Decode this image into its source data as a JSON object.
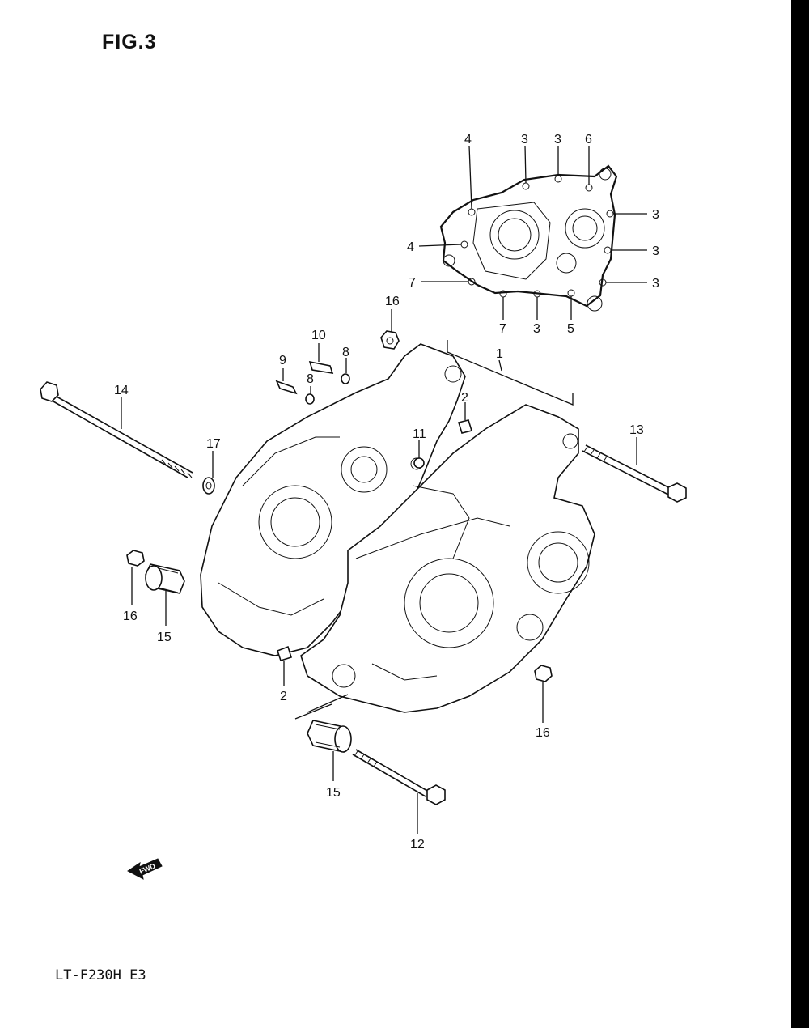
{
  "figure": {
    "title": "FIG.3",
    "model": "LT-F230H E3",
    "fwd_mark": "FWD"
  },
  "callouts": [
    {
      "id": "gasket-4-top",
      "label": "4"
    },
    {
      "id": "gasket-3-a",
      "label": "3"
    },
    {
      "id": "gasket-3-b",
      "label": "3"
    },
    {
      "id": "gasket-6",
      "label": "6"
    },
    {
      "id": "gasket-3-right-a",
      "label": "3"
    },
    {
      "id": "gasket-4-left",
      "label": "4"
    },
    {
      "id": "gasket-3-right-b",
      "label": "3"
    },
    {
      "id": "gasket-7-left",
      "label": "7"
    },
    {
      "id": "gasket-3-right-c",
      "label": "3"
    },
    {
      "id": "gasket-7-bottom",
      "label": "7"
    },
    {
      "id": "gasket-3-bottom",
      "label": "3"
    },
    {
      "id": "gasket-5",
      "label": "5"
    },
    {
      "id": "nut-16-top",
      "label": "16"
    },
    {
      "id": "crankcase-1",
      "label": "1"
    },
    {
      "id": "fitting-10",
      "label": "10"
    },
    {
      "id": "washer-8-a",
      "label": "8"
    },
    {
      "id": "plug-9",
      "label": "9"
    },
    {
      "id": "washer-8-b",
      "label": "8"
    },
    {
      "id": "dowel-2-top",
      "label": "2"
    },
    {
      "id": "bolt-14",
      "label": "14"
    },
    {
      "id": "plug-11",
      "label": "11"
    },
    {
      "id": "bolt-13",
      "label": "13"
    },
    {
      "id": "washer-17",
      "label": "17"
    },
    {
      "id": "nut-16-left",
      "label": "16"
    },
    {
      "id": "bushing-15-left",
      "label": "15"
    },
    {
      "id": "dowel-2-bottom",
      "label": "2"
    },
    {
      "id": "nut-16-right",
      "label": "16"
    },
    {
      "id": "bushing-15-bottom",
      "label": "15"
    },
    {
      "id": "bolt-12",
      "label": "12"
    }
  ]
}
